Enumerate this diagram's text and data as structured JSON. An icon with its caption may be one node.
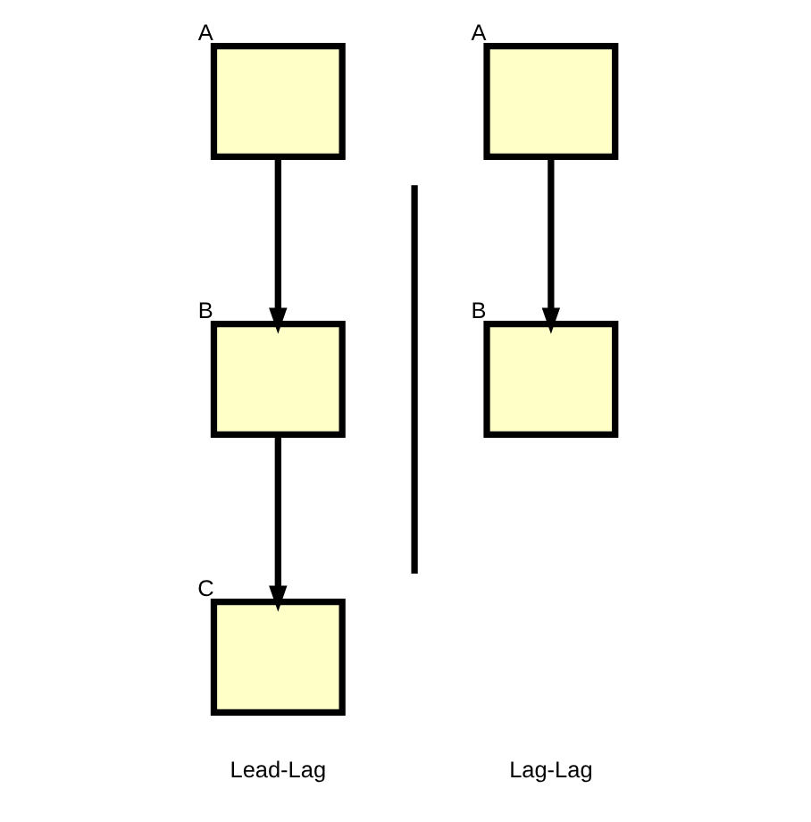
{
  "diagram": {
    "nodes": [
      {
        "text": [],
        "shape": "box",
        "beside": [
          "A"
        ]
      },
      {
        "text": [],
        "shape": "box",
        "beside": [
          "B"
        ]
      },
      {
        "text": [],
        "shape": "box",
        "beside": [
          "C"
        ]
      },
      {
        "text": [],
        "shape": "box",
        "beside": [
          "A"
        ]
      },
      {
        "text": [],
        "shape": "box",
        "beside": [
          "B"
        ]
      }
    ],
    "edges": [
      {
        "from": 0,
        "to": 1,
        "arrow": "to"
      },
      {
        "from": 1,
        "to": 2,
        "arrow": "to"
      },
      {
        "from": 3,
        "to": 4,
        "arrow": "to"
      }
    ],
    "labels": [
      "Lead-Lag",
      "Lag-Lag"
    ]
  }
}
